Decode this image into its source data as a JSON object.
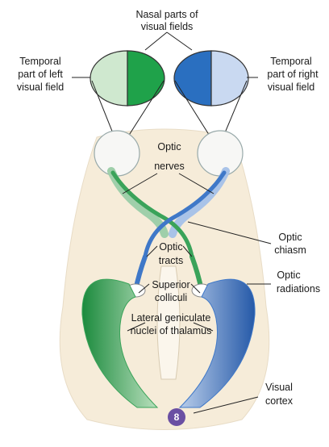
{
  "labels": {
    "nasal_1": "Nasal parts of",
    "nasal_2": "visual fields",
    "temporal_left_1": "Temporal",
    "temporal_left_2": "part of left",
    "temporal_left_3": "visual field",
    "temporal_right_1": "Temporal",
    "temporal_right_2": "part of right",
    "temporal_right_3": "visual field",
    "optic_nerves_1": "Optic",
    "optic_nerves_2": "nerves",
    "optic_chiasm_1": "Optic",
    "optic_chiasm_2": "chiasm",
    "optic_tracts_1": "Optic",
    "optic_tracts_2": "tracts",
    "optic_radiations_1": "Optic",
    "optic_radiations_2": "radiations",
    "superior_colliculi_1": "Superior",
    "superior_colliculi_2": "colliculi",
    "lgn_1": "Lateral geniculate",
    "lgn_2": "nuclei of thalamus",
    "visual_cortex_1": "Visual",
    "visual_cortex_2": "cortex",
    "badge": "8"
  },
  "colors": {
    "left_field_light": "#cfe8cf",
    "left_field_dark": "#1fa24a",
    "right_field_dark": "#2a6fc0",
    "right_field_light": "#c9d9f1",
    "green_pathway": "#3aa35a",
    "blue_pathway": "#3f78c8",
    "brain_tissue": "#f6ecd9",
    "badge": "#6a4fa3"
  }
}
